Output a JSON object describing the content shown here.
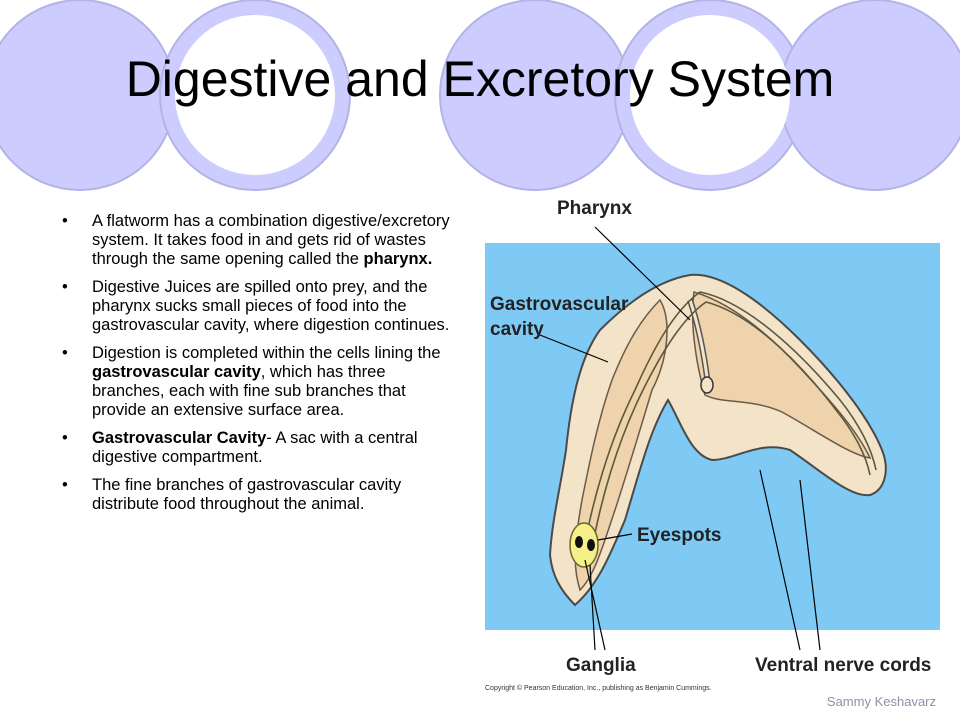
{
  "slide": {
    "title": "Digestive and Excretory System",
    "author": "Sammy Keshavarz",
    "accent_color": "#ccccff",
    "accent_stroke": "#b3b3e6"
  },
  "bullets": [
    {
      "parts": [
        {
          "text": "A flatworm has a combination digestive/excretory system. It takes food in and gets rid of wastes through the same opening called the ",
          "bold": false
        },
        {
          "text": "pharynx.",
          "bold": true
        }
      ]
    },
    {
      "parts": [
        {
          "text": "Digestive Juices are spilled onto prey, and the pharynx sucks small pieces of food into the gastrovascular cavity, where digestion continues.",
          "bold": false
        }
      ]
    },
    {
      "parts": [
        {
          "text": "Digestion is completed within the cells lining the ",
          "bold": false
        },
        {
          "text": "gastrovascular cavity",
          "bold": true
        },
        {
          "text": ", which has three branches, each with fine sub branches that provide an extensive surface area.",
          "bold": false
        }
      ]
    },
    {
      "parts": [
        {
          "text": "Gastrovascular Cavity",
          "bold": true
        },
        {
          "text": "- A sac with a central digestive compartment.",
          "bold": false
        }
      ]
    },
    {
      "parts": [
        {
          "text": "The fine branches of gastrovascular cavity distribute food throughout the animal.",
          "bold": false
        }
      ]
    }
  ],
  "diagram": {
    "labels": {
      "pharynx": "Pharynx",
      "gastro_line1": "Gastrovascular",
      "gastro_line2": "cavity",
      "eyespots": "Eyespots",
      "ganglia": "Ganglia",
      "nerve_cords": "Ventral nerve cords",
      "copyright": "Copyright © Pearson Education, Inc., publishing as Benjamin Cummings."
    },
    "colors": {
      "background": "#7fcaf5",
      "body": "#f3e3c8",
      "cavity": "#efd3ad",
      "ganglia": "#f6f08a"
    }
  }
}
